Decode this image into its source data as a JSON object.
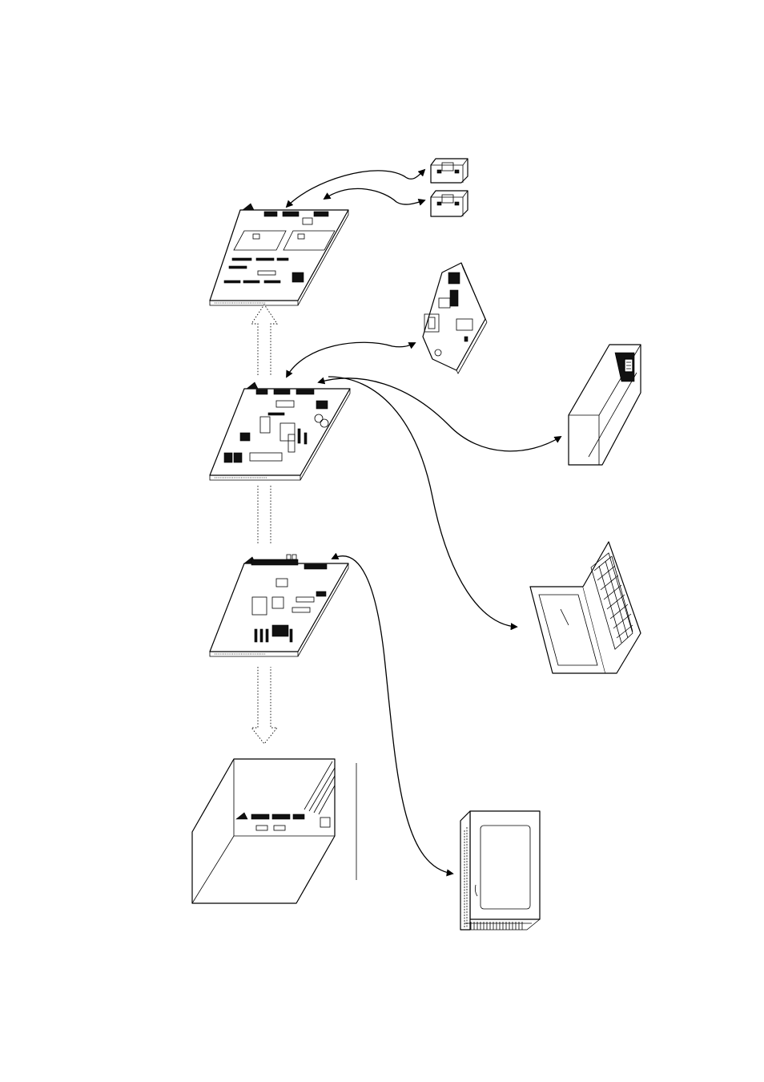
{
  "figure": {
    "colors": {
      "ink": "#000000",
      "paper": "#ffffff"
    },
    "components": [
      {
        "id": "board-top",
        "icon": "circuit-board-icon"
      },
      {
        "id": "board-middle",
        "icon": "circuit-board-icon"
      },
      {
        "id": "board-bottom",
        "icon": "circuit-board-icon"
      },
      {
        "id": "enclosure",
        "icon": "enclosure-box-icon"
      },
      {
        "id": "connector-modules",
        "icon": "connector-module-icon",
        "count": 2
      },
      {
        "id": "adapter-card",
        "icon": "adapter-card-icon"
      },
      {
        "id": "external-drive",
        "icon": "disk-drive-icon"
      },
      {
        "id": "laptop",
        "icon": "laptop-icon"
      },
      {
        "id": "display-monitor",
        "icon": "monitor-icon"
      }
    ]
  }
}
